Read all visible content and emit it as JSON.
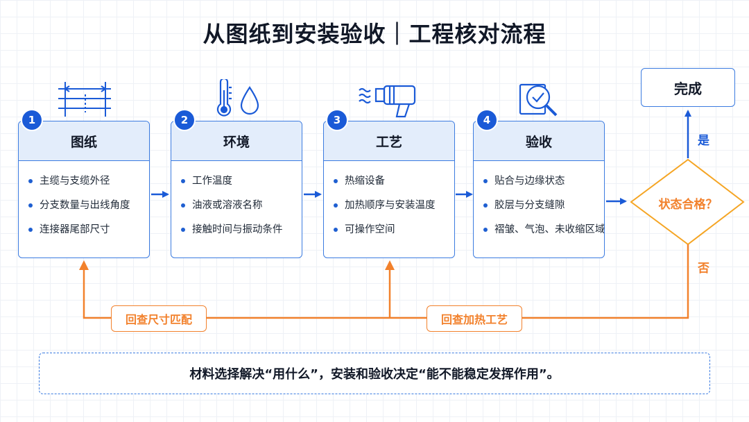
{
  "title": "从图纸到安装验收｜工程核对流程",
  "steps": [
    {
      "number": "1",
      "heading": "图纸",
      "icon": "ruler-dimension-icon",
      "items": [
        "主缆与支缆外径",
        "分支数量与出线角度",
        "连接器尾部尺寸"
      ]
    },
    {
      "number": "2",
      "heading": "环境",
      "icon": "thermometer-droplet-icon",
      "items": [
        "工作温度",
        "油液或溶液名称",
        "接触时间与振动条件"
      ]
    },
    {
      "number": "3",
      "heading": "工艺",
      "icon": "heat-gun-icon",
      "items": [
        "热缩设备",
        "加热顺序与安装温度",
        "可操作空间"
      ]
    },
    {
      "number": "4",
      "heading": "验收",
      "icon": "inspection-magnifier-icon",
      "items": [
        "贴合与边缘状态",
        "胶层与分支缝隙",
        "褶皱、气泡、未收缩区域"
      ]
    }
  ],
  "decision": {
    "label": "状态合格？",
    "yes": "是",
    "no": "否"
  },
  "done": "完成",
  "feedback": {
    "check_dimensions": "回查尺寸匹配",
    "check_heating": "回查加热工艺"
  },
  "note": "材料选择解决“用什么”，安装和验收决定“能不能稳定发挥作用”。",
  "colors": {
    "primary_blue": "#1a5ad7",
    "card_header": "#e3edfb",
    "feedback_orange": "#f2812c",
    "decision_orange": "#f5a524"
  }
}
